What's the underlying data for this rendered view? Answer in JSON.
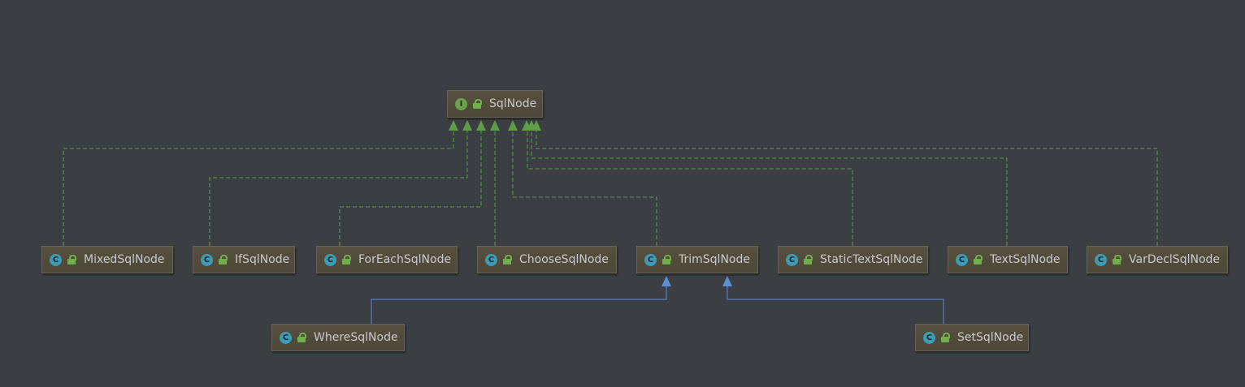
{
  "diagram": {
    "interface": {
      "name": "SqlNode",
      "kind_letter": "I"
    },
    "implementations": [
      {
        "name": "MixedSqlNode",
        "kind_letter": "C"
      },
      {
        "name": "IfSqlNode",
        "kind_letter": "C"
      },
      {
        "name": "ForEachSqlNode",
        "kind_letter": "C"
      },
      {
        "name": "ChooseSqlNode",
        "kind_letter": "C"
      },
      {
        "name": "TrimSqlNode",
        "kind_letter": "C"
      },
      {
        "name": "StaticTextSqlNode",
        "kind_letter": "C"
      },
      {
        "name": "TextSqlNode",
        "kind_letter": "C"
      },
      {
        "name": "VarDeclSqlNode",
        "kind_letter": "C"
      }
    ],
    "subclasses": [
      {
        "name": "WhereSqlNode",
        "kind_letter": "C",
        "parent": "TrimSqlNode"
      },
      {
        "name": "SetSqlNode",
        "kind_letter": "C",
        "parent": "TrimSqlNode"
      }
    ],
    "colors": {
      "background": "#3b3e42",
      "implements_edge": "#5f9e48",
      "extends_edge": "#5b8fd6",
      "class_badge": "#3d9bb5",
      "interface_badge": "#6aa34e"
    }
  }
}
